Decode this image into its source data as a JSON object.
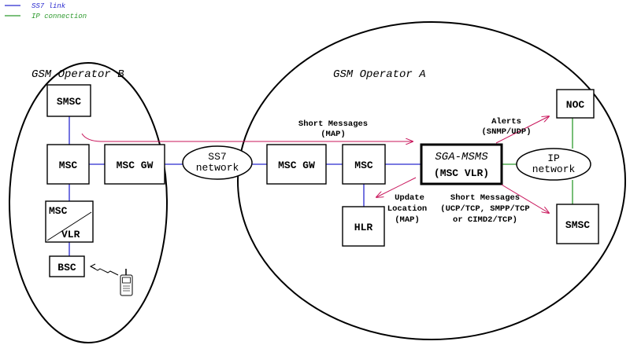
{
  "legend": {
    "ss7": {
      "label": "SS7 link",
      "color": "#2a2acf"
    },
    "ip": {
      "label": "IP connection",
      "color": "#2e9a2e"
    }
  },
  "annotation_color": "#c8145a",
  "operator_b": {
    "title": "GSM Operator B",
    "smsc": "SMSC",
    "msc": "MSC",
    "msc_gw": "MSC GW",
    "msc_vlr_top": "MSC",
    "msc_vlr_bottom": "VLR",
    "bsc": "BSC"
  },
  "ss7_network": {
    "line1": "SS7",
    "line2": "network"
  },
  "operator_a": {
    "title": "GSM Operator A",
    "msc_gw": "MSC GW",
    "msc": "MSC",
    "hlr": "HLR",
    "sga_title": "SGA-MSMS",
    "sga_sub": "(MSC VLR)",
    "ip_network": {
      "line1": "IP",
      "line2": "network"
    },
    "noc": "NOC",
    "smsc": "SMSC"
  },
  "annotations": {
    "short_messages_map": {
      "line1": "Short Messages",
      "line2": "(MAP)"
    },
    "alerts": {
      "line1": "Alerts",
      "line2": "(SNMP/UDP)"
    },
    "update_location": {
      "line1": "Update",
      "line2": "Location",
      "line3": "(MAP)"
    },
    "short_messages_ip": {
      "line1": "Short Messages",
      "line2": "(UCP/TCP, SMPP/TCP",
      "line3": "or CIMD2/TCP)"
    }
  }
}
